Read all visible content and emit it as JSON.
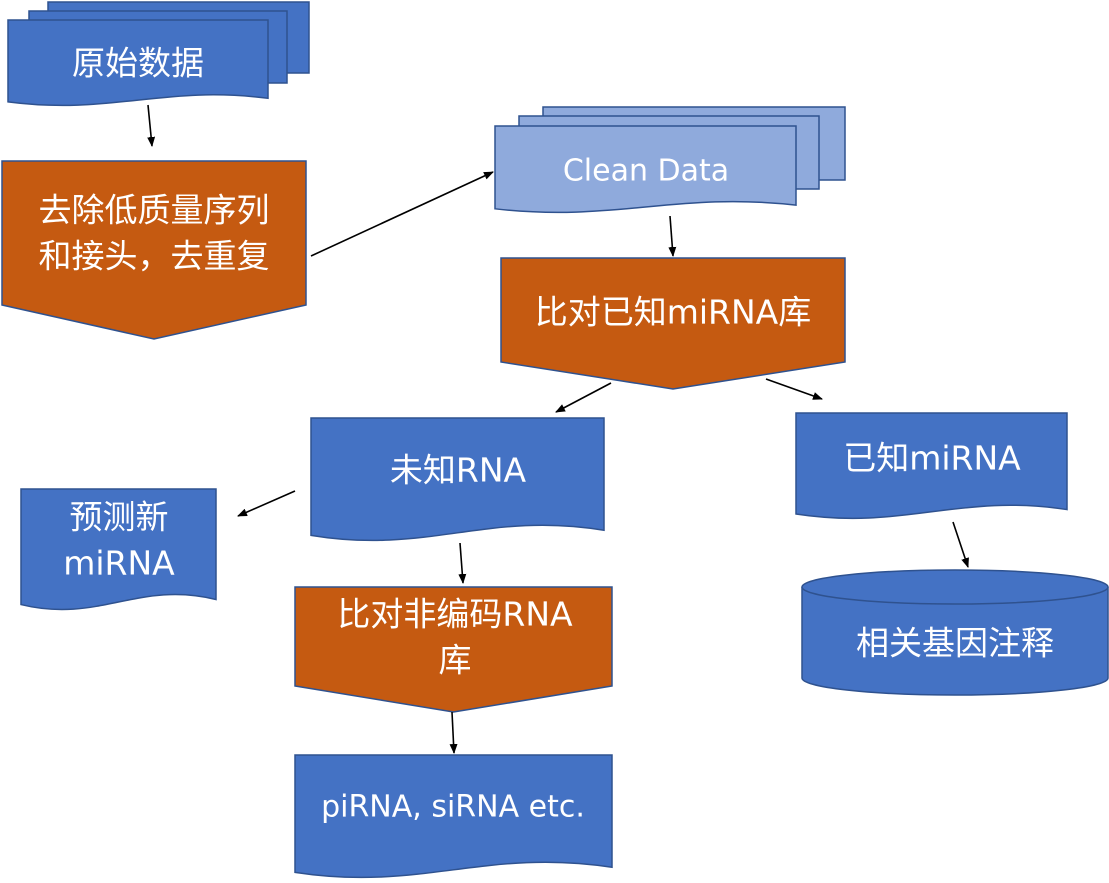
{
  "colors": {
    "blue": "#4472C4",
    "light_blue": "#8FAADC",
    "orange": "#C55A11",
    "stroke": "#2F528F",
    "arrow": "#000000"
  },
  "nodes": {
    "raw_data": {
      "label": "原始数据",
      "shape": "multi-document"
    },
    "qc": {
      "lines": [
        "去除低质量序列",
        "和接头，去重复"
      ],
      "shape": "off-page-connector"
    },
    "clean_data": {
      "label": "Clean Data",
      "shape": "multi-document"
    },
    "align_known": {
      "label": "比对已知miRNA库",
      "shape": "off-page-connector"
    },
    "unknown_rna": {
      "label": "未知RNA",
      "shape": "document"
    },
    "known_mirna": {
      "label": "已知miRNA",
      "shape": "document"
    },
    "predict_new": {
      "lines": [
        "预测新",
        "miRNA"
      ],
      "shape": "document"
    },
    "align_ncrna": {
      "lines": [
        "比对非编码RNA",
        "库"
      ],
      "shape": "off-page-connector"
    },
    "other_rna": {
      "label": "piRNA, siRNA etc.",
      "shape": "document"
    },
    "gene_annotation": {
      "label": "相关基因注释",
      "shape": "cylinder"
    }
  },
  "edges": [
    [
      "raw_data",
      "qc"
    ],
    [
      "qc",
      "clean_data"
    ],
    [
      "clean_data",
      "align_known"
    ],
    [
      "align_known",
      "unknown_rna"
    ],
    [
      "align_known",
      "known_mirna"
    ],
    [
      "unknown_rna",
      "predict_new"
    ],
    [
      "unknown_rna",
      "align_ncrna"
    ],
    [
      "known_mirna",
      "gene_annotation"
    ],
    [
      "align_ncrna",
      "other_rna"
    ]
  ]
}
